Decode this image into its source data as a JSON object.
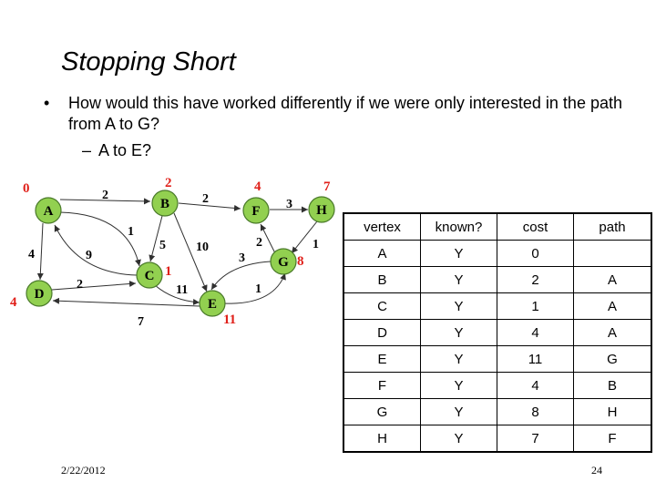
{
  "slide": {
    "title": "Stopping Short",
    "bullet_symbol": "•",
    "bullet_text": "How would this have worked differently if we were only interested in the path from A to G?",
    "sub_symbol": "–",
    "sub_text": "A to E?",
    "date": "2/22/2012",
    "page_number": "24"
  },
  "graph": {
    "nodes": [
      {
        "id": "A",
        "cost": "0"
      },
      {
        "id": "B",
        "cost": "2"
      },
      {
        "id": "F",
        "cost": "4"
      },
      {
        "id": "H",
        "cost": "7"
      },
      {
        "id": "C",
        "cost": "1"
      },
      {
        "id": "G",
        "cost": "8"
      },
      {
        "id": "D",
        "cost": "4"
      },
      {
        "id": "E",
        "cost": "11"
      }
    ],
    "edges": [
      {
        "from": "A",
        "to": "B",
        "weight": "2"
      },
      {
        "from": "A",
        "to": "C",
        "weight": "1"
      },
      {
        "from": "A",
        "to": "D",
        "weight": "4"
      },
      {
        "from": "C",
        "to": "A",
        "weight": "9"
      },
      {
        "from": "B",
        "to": "F",
        "weight": "2"
      },
      {
        "from": "B",
        "to": "C",
        "weight": "5"
      },
      {
        "from": "B",
        "to": "E",
        "weight": "10"
      },
      {
        "from": "F",
        "to": "H",
        "weight": "3"
      },
      {
        "from": "H",
        "to": "G",
        "weight": "1"
      },
      {
        "from": "G",
        "to": "F",
        "weight": "2"
      },
      {
        "from": "G",
        "to": "E",
        "weight": "3"
      },
      {
        "from": "E",
        "to": "G",
        "weight": "1"
      },
      {
        "from": "C",
        "to": "E",
        "weight": "11"
      },
      {
        "from": "D",
        "to": "C",
        "weight": "2"
      },
      {
        "from": "E",
        "to": "D",
        "weight": "7"
      }
    ],
    "node_color": "#92d050",
    "cost_color": "#e0201a"
  },
  "table": {
    "headers": [
      "vertex",
      "known?",
      "cost",
      "path"
    ],
    "rows": [
      [
        "A",
        "Y",
        "0",
        ""
      ],
      [
        "B",
        "Y",
        "2",
        "A"
      ],
      [
        "C",
        "Y",
        "1",
        "A"
      ],
      [
        "D",
        "Y",
        "4",
        "A"
      ],
      [
        "E",
        "Y",
        "11",
        "G"
      ],
      [
        "F",
        "Y",
        "4",
        "B"
      ],
      [
        "G",
        "Y",
        "8",
        "H"
      ],
      [
        "H",
        "Y",
        "7",
        "F"
      ]
    ]
  }
}
